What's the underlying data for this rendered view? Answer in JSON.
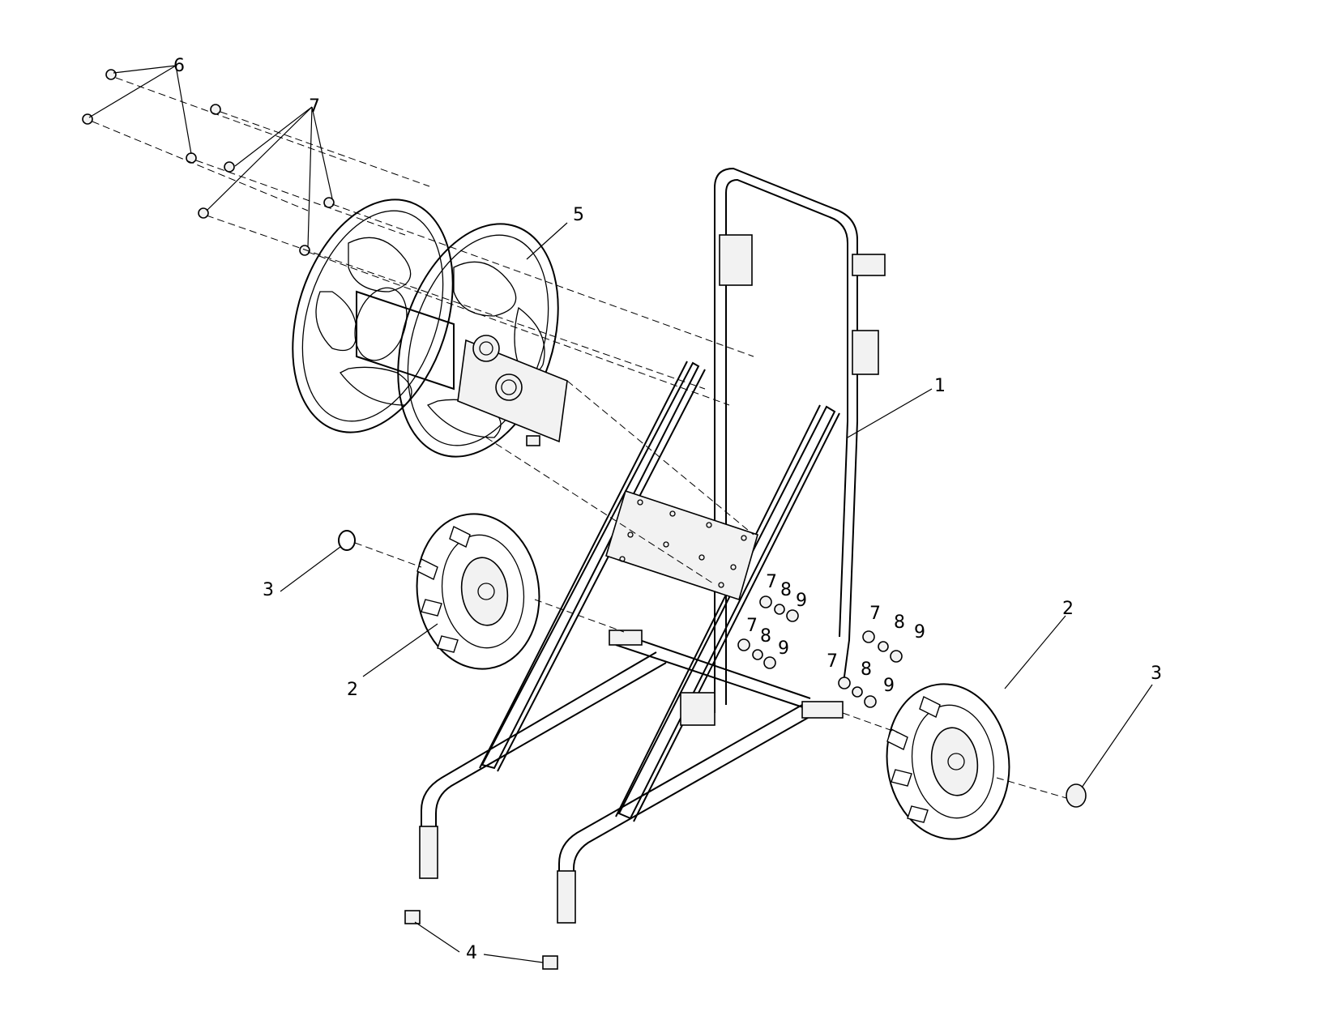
{
  "diagram": {
    "callouts": [
      {
        "id": "frame",
        "label": "1"
      },
      {
        "id": "wheel-left",
        "label": "2"
      },
      {
        "id": "wheel-right",
        "label": "2"
      },
      {
        "id": "hubcap-left",
        "label": "3"
      },
      {
        "id": "hubcap-right",
        "label": "3"
      },
      {
        "id": "foot-caps",
        "label": "4"
      },
      {
        "id": "hose-reel",
        "label": "5"
      },
      {
        "id": "bolts",
        "label": "6"
      },
      {
        "id": "washers-top",
        "label": "7"
      },
      {
        "id": "washer-a",
        "label": "7"
      },
      {
        "id": "nut-a",
        "label": "8"
      },
      {
        "id": "locknut-a",
        "label": "9"
      },
      {
        "id": "washer-b",
        "label": "7"
      },
      {
        "id": "nut-b",
        "label": "8"
      },
      {
        "id": "locknut-b",
        "label": "9"
      },
      {
        "id": "washer-c",
        "label": "7"
      },
      {
        "id": "nut-c",
        "label": "8"
      },
      {
        "id": "locknut-c",
        "label": "9"
      },
      {
        "id": "washer-d",
        "label": "7"
      },
      {
        "id": "nut-d",
        "label": "8"
      },
      {
        "id": "locknut-d",
        "label": "9"
      }
    ]
  }
}
